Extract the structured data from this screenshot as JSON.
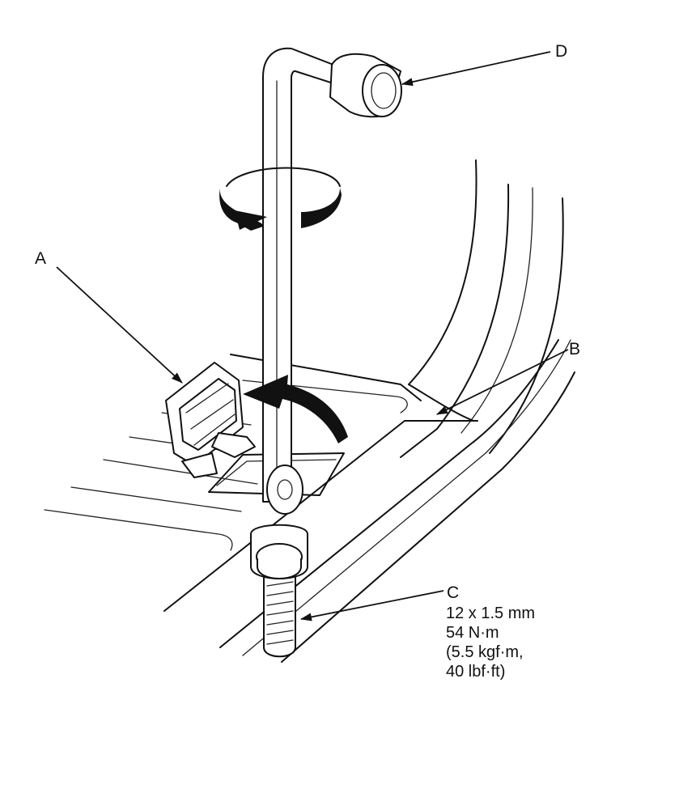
{
  "labels": {
    "a": "A",
    "b": "B",
    "c": "C",
    "d": "D"
  },
  "spec_c": {
    "line1": "12 x 1.5 mm",
    "line2": "54 N·m",
    "line3": "(5.5 kgf·m,",
    "line4": "40 lbf·ft)"
  },
  "colors": {
    "line": "#111111",
    "background": "#ffffff"
  }
}
